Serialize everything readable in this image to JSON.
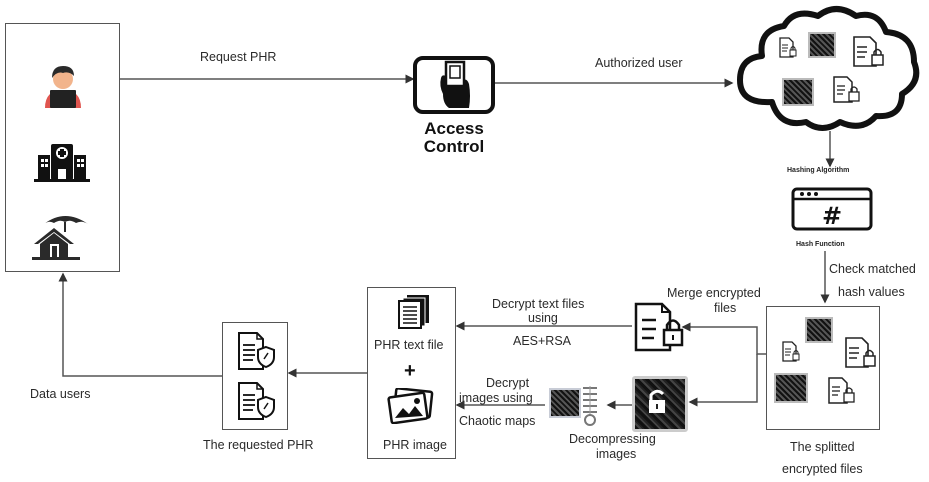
{
  "labels": {
    "request_phr": "Request PHR",
    "access_control_line1": "Access",
    "access_control_line2": "Control",
    "authorized_user": "Authorized user",
    "hashing_algorithm": "Hashing Algorithm",
    "hash_function": "Hash Function",
    "check_matched_line1": "Check matched",
    "check_matched_line2": "hash values",
    "merge_line1": "Merge encrypted",
    "merge_line2": "files",
    "splitted_line1": "The splitted",
    "splitted_line2": "encrypted files",
    "decrypt_text_line1": "Decrypt text files",
    "decrypt_text_line2": "using",
    "decrypt_text_line3": "AES+RSA",
    "decrypt_img_line1": "Decrypt",
    "decrypt_img_line2": "images using",
    "decrypt_img_line3": "Chaotic maps",
    "decompress_line1": "Decompressing",
    "decompress_line2": "images",
    "phr_text_file": "PHR text file",
    "plus": "+",
    "phr_image": "PHR image",
    "requested_phr": "The requested PHR",
    "data_users": "Data users"
  },
  "icons": {
    "data_user": "person-laptop-icon",
    "hospital": "hospital-icon",
    "insurance": "house-umbrella-icon",
    "access_control": "hand-card-icon",
    "cloud": "cloud-icon",
    "hash": "hash-window-icon",
    "encrypted_doc": "locked-document-icon",
    "encrypted_image": "encrypted-image-icon",
    "compressed_image": "zip-image-icon",
    "text_files": "stacked-documents-icon",
    "photos": "photos-icon",
    "protected_doc": "shield-document-icon"
  },
  "colors": {
    "line": "#555555",
    "icon": "#1a1a1a",
    "user_shirt": "#e0554f",
    "user_skin": "#f2b48c"
  }
}
